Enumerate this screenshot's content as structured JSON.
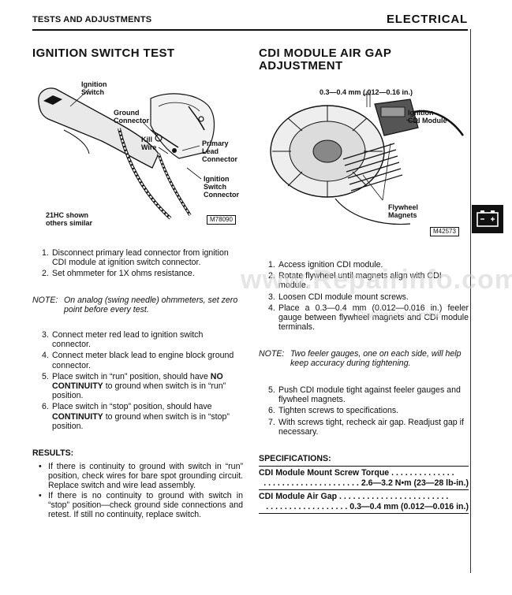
{
  "header": {
    "section": "TESTS AND ADJUSTMENTS",
    "chapter": "ELECTRICAL"
  },
  "left": {
    "title": "IGNITION SWITCH TEST",
    "figure": {
      "labels": {
        "ignition_switch": [
          "Ignition",
          "Switch"
        ],
        "ground_connector": [
          "Ground",
          "Connector"
        ],
        "kill_wire": [
          "Kill",
          "Wire"
        ],
        "primary_lead": [
          "Primary",
          "Lead",
          "Connector"
        ],
        "ignition_switch_connector": [
          "Ignition",
          "Switch",
          "Connector"
        ],
        "model_note": [
          "21HC shown",
          "others similar"
        ]
      },
      "code": "M78090"
    },
    "steps_a": [
      {
        "n": "1.",
        "text": "Disconnect primary lead connector from ignition CDI module at ignition switch connector."
      },
      {
        "n": "2.",
        "text": "Set ohmmeter for 1X ohms resistance."
      }
    ],
    "note": {
      "label": "NOTE:",
      "text": "On analog (swing needle) ohmmeters, set zero point before every test."
    },
    "steps_b": [
      {
        "n": "3.",
        "text": "Connect meter red lead to ignition switch connector."
      },
      {
        "n": "4.",
        "text": "Connect meter black lead to engine block ground connector."
      }
    ],
    "step5": {
      "n": "5.",
      "pre": "Place switch in “run” position, should have ",
      "b1": "NO CONTINUITY",
      "post": " to ground when switch is in “run” position."
    },
    "step6": {
      "n": "6.",
      "pre": "Place switch in “stop” position, should have ",
      "b1": "CONTINUITY",
      "post": " to ground when switch is in “stop” position."
    },
    "results_head": "RESULTS:",
    "results": [
      {
        "bullet": "•",
        "text": "If there is continuity to ground with switch in “run” position, check wires for bare spot grounding circuit. Replace switch and wire lead assembly."
      },
      {
        "bullet": "•",
        "text": "If there is no continuity to ground with switch in “stop” position—check ground side connections and retest. If still no continuity, replace switch."
      }
    ]
  },
  "right": {
    "title_l1": "CDI MODULE AIR GAP",
    "title_l2": "ADJUSTMENT",
    "figure": {
      "gap_label": "0.3—0.4 mm (.012—0.16 in.)",
      "ignition_cdi": [
        "Ignition",
        "CDI Module"
      ],
      "flywheel": [
        "Flywheel",
        "Magnets"
      ],
      "code": "M42573"
    },
    "steps_a": [
      {
        "n": "1.",
        "text": "Access ignition CDI module."
      },
      {
        "n": "2.",
        "text": "Rotate flywheel until magnets align with CDI module."
      },
      {
        "n": "3.",
        "text": "Loosen CDI module mount screws."
      },
      {
        "n": "4.",
        "text": "Place a 0.3—0.4 mm (0.012—0.016 in.) feeler gauge between flywheel magnets and CDI module terminals."
      }
    ],
    "note": {
      "label": "NOTE:",
      "text": "Two feeler gauges, one on each side, will help keep accuracy during tightening."
    },
    "steps_b": [
      {
        "n": "5.",
        "text": "Push CDI module tight against feeler gauges and flywheel magnets."
      },
      {
        "n": "6.",
        "text": "Tighten screws to specifications."
      },
      {
        "n": "7.",
        "text": "With screws tight, recheck air gap. Readjust gap if necessary."
      }
    ],
    "spec_head": "SPECIFICATIONS:",
    "specs": [
      {
        "name": "CDI Module Mount Screw Torque . . . . . . . . . . . . . .",
        "value": ". . . . . . . . . . . . . . . . . . . . . 2.6—3.2 N•m (23—28 lb-in.)"
      },
      {
        "name": "CDI Module Air Gap . . . . . . . . . . . . . . . . . . . . . . . .",
        "value": ". . . . . . . . . . . . . . . . . . 0.3—0.4 mm (0.012—0.016 in.)"
      }
    ]
  },
  "watermark": {
    "main": "www.Repairinfo.com",
    "sub": "Download a Sample"
  },
  "colors": {
    "text": "#111111",
    "background": "#ffffff",
    "watermark": "#d0d0d0"
  }
}
